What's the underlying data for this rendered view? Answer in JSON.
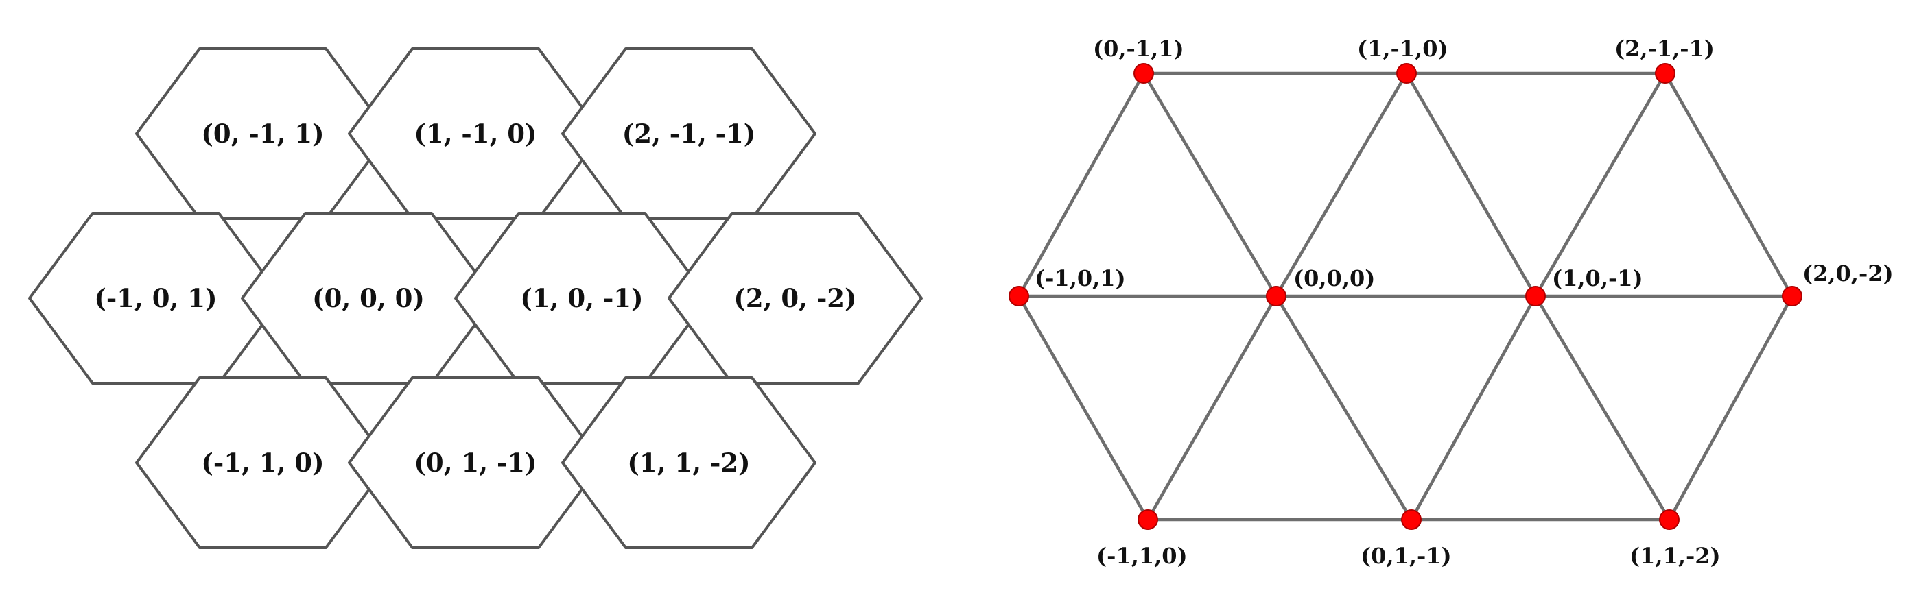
{
  "hex_grid": {
    "cells": [
      {
        "label": "(0, -1, 1)"
      },
      {
        "label": "(1, -1, 0)"
      },
      {
        "label": "(2, -1, -1)"
      },
      {
        "label": "(-1, 0, 1)"
      },
      {
        "label": "(0, 0, 0)"
      },
      {
        "label": "(1, 0, -1)"
      },
      {
        "label": "(2, 0, -2)"
      },
      {
        "label": "(-1, 1, 0)"
      },
      {
        "label": "(0, 1, -1)"
      },
      {
        "label": "(1, 1, -2)"
      }
    ]
  },
  "graph": {
    "nodes": [
      {
        "label": "(0,-1,1)"
      },
      {
        "label": "(1,-1,0)"
      },
      {
        "label": "(2,-1,-1)"
      },
      {
        "label": "(-1,0,1)"
      },
      {
        "label": "(0,0,0)"
      },
      {
        "label": "(1,0,-1)"
      },
      {
        "label": "(2,0,-2)"
      },
      {
        "label": "(-1,1,0)"
      },
      {
        "label": "(0,1,-1)"
      },
      {
        "label": "(1,1,-2)"
      }
    ],
    "edges": [
      [
        "(0,-1,1)",
        "(1,-1,0)"
      ],
      [
        "(1,-1,0)",
        "(2,-1,-1)"
      ],
      [
        "(-1,0,1)",
        "(0,0,0)"
      ],
      [
        "(0,0,0)",
        "(1,0,-1)"
      ],
      [
        "(1,0,-1)",
        "(2,0,-2)"
      ],
      [
        "(-1,1,0)",
        "(0,1,-1)"
      ],
      [
        "(0,1,-1)",
        "(1,1,-2)"
      ],
      [
        "(0,-1,1)",
        "(-1,0,1)"
      ],
      [
        "(0,-1,1)",
        "(0,0,0)"
      ],
      [
        "(1,-1,0)",
        "(0,0,0)"
      ],
      [
        "(1,-1,0)",
        "(1,0,-1)"
      ],
      [
        "(2,-1,-1)",
        "(1,0,-1)"
      ],
      [
        "(2,-1,-1)",
        "(2,0,-2)"
      ],
      [
        "(-1,0,1)",
        "(-1,1,0)"
      ],
      [
        "(0,0,0)",
        "(-1,1,0)"
      ],
      [
        "(0,0,0)",
        "(0,1,-1)"
      ],
      [
        "(1,0,-1)",
        "(0,1,-1)"
      ],
      [
        "(1,0,-1)",
        "(1,1,-2)"
      ],
      [
        "(2,0,-2)",
        "(1,1,-2)"
      ]
    ],
    "node_color": "#ff0000",
    "edge_color": "#6e6e6e"
  }
}
